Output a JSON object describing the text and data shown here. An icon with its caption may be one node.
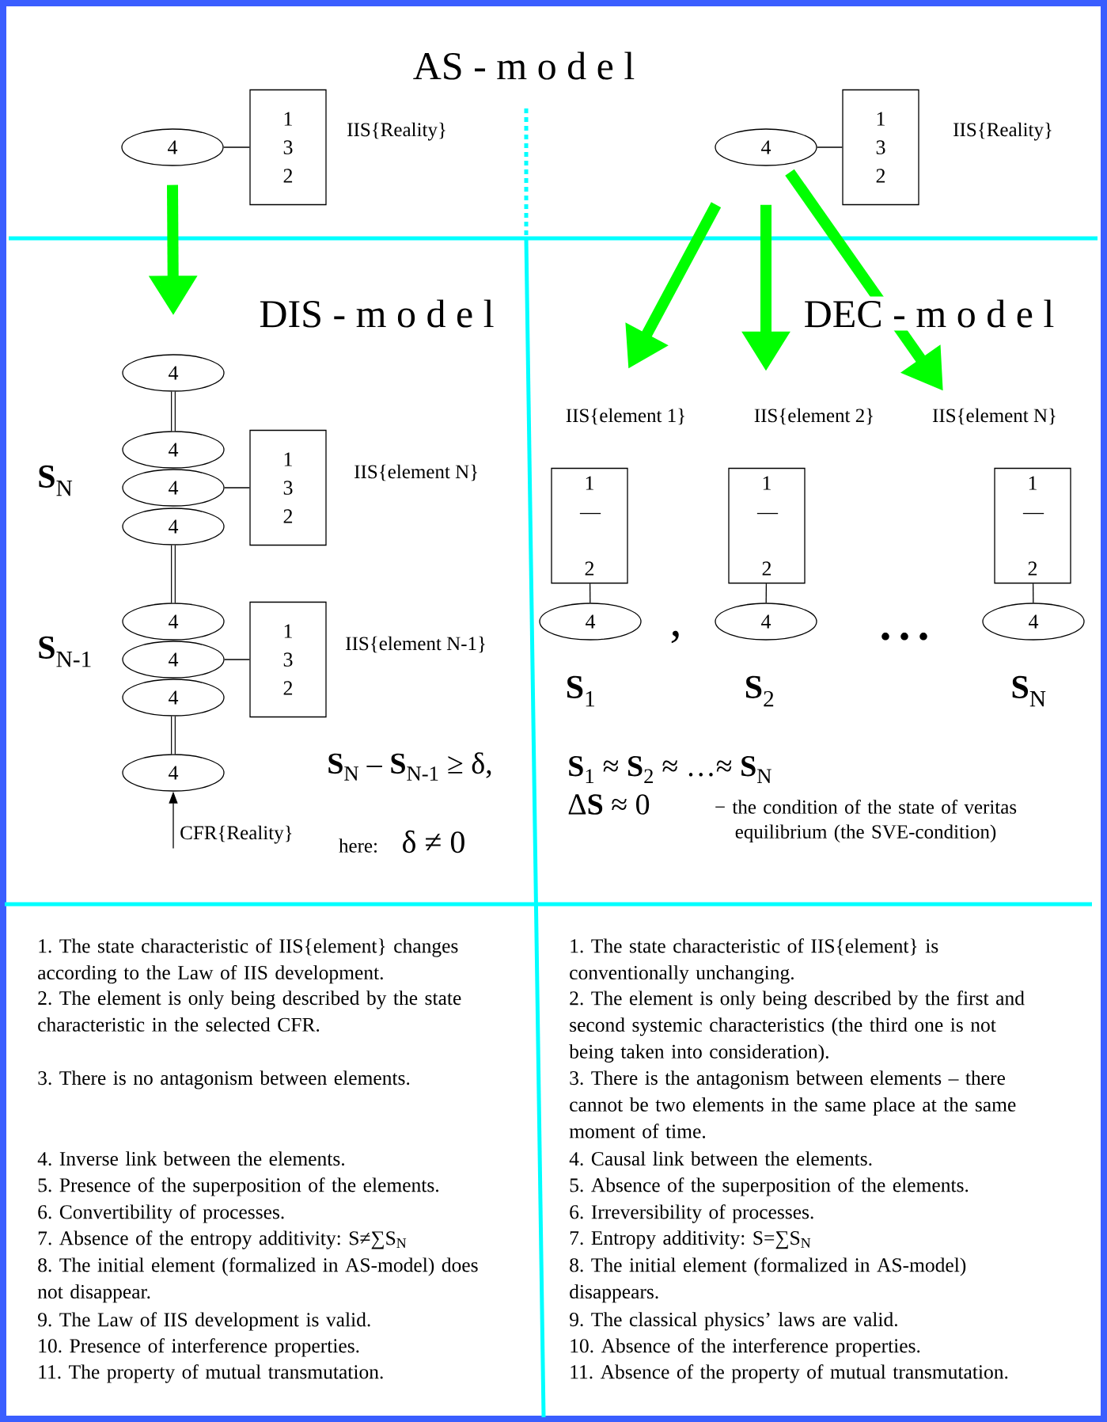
{
  "diagram": {
    "nodes": [
      {
        "text": [
          "4"
        ]
      },
      {
        "text": [
          "1 3 2"
        ],
        "beside": [
          "IIS{Reality}"
        ]
      },
      {
        "text": [
          "4"
        ]
      },
      {
        "text": [
          "1 3 2"
        ],
        "beside": [
          "IIS{Reality}"
        ]
      },
      {
        "text": [
          "4"
        ]
      },
      {
        "text": [
          "4"
        ]
      },
      {
        "text": [
          "4"
        ]
      },
      {
        "text": [
          "1 3 2"
        ],
        "beside": [
          "IIS{element N}"
        ]
      },
      {
        "text": [
          "4"
        ]
      },
      {
        "text": [
          "4"
        ]
      },
      {
        "text": [
          "4"
        ]
      },
      {
        "text": [
          "1 3 2"
        ],
        "beside": [
          "IIS{element N-1}"
        ]
      },
      {
        "text": [
          "4"
        ]
      },
      {
        "text": [
          "4"
        ]
      },
      {
        "text": [
          "1 — 2"
        ],
        "beside": [
          "IIS{element 1}"
        ]
      },
      {
        "text": [
          "1 — 2"
        ],
        "beside": [
          "IIS{element 2}"
        ]
      },
      {
        "text": [
          "1 — 2"
        ],
        "beside": [
          "IIS{element N}"
        ]
      },
      {
        "text": [
          "4"
        ]
      },
      {
        "text": [
          "4"
        ]
      },
      {
        "text": [
          "4"
        ]
      },
      {
        "text": [
          "CFR{Reality}"
        ]
      }
    ],
    "edges": [
      {
        "from": 0,
        "to": 1,
        "arrow": "none"
      },
      {
        "from": 2,
        "to": 3,
        "arrow": "none"
      },
      {
        "from": 0,
        "to": 4,
        "arrow": "to",
        "style": "thick",
        "color": "#00ff00"
      },
      {
        "from": 2,
        "to": 14,
        "arrow": "to",
        "style": "thick",
        "color": "#00ff00"
      },
      {
        "from": 2,
        "to": 15,
        "arrow": "to",
        "style": "thick",
        "color": "#00ff00"
      },
      {
        "from": 2,
        "to": 16,
        "arrow": "to",
        "style": "thick",
        "color": "#00ff00"
      },
      {
        "from": 4,
        "to": 5,
        "arrow": "none",
        "style": "thick"
      },
      {
        "from": 6,
        "to": 7,
        "arrow": "none"
      },
      {
        "from": 8,
        "to": 9,
        "arrow": "none",
        "style": "thick"
      },
      {
        "from": 10,
        "to": 11,
        "arrow": "none"
      },
      {
        "from": 12,
        "to": 13,
        "arrow": "none",
        "style": "thick"
      },
      {
        "from": 20,
        "to": 13,
        "arrow": "to"
      },
      {
        "from": 14,
        "to": 17,
        "arrow": "none"
      },
      {
        "from": 15,
        "to": 18,
        "arrow": "none"
      },
      {
        "from": 16,
        "to": 19,
        "arrow": "none"
      }
    ],
    "labels": [
      "AS - m o d e l",
      "DIS - m o d e l",
      "DEC - m o d e l",
      "**S**$_{N}$",
      "**S**$_{N-1}$",
      "**S**$_{N}$ – **S**$_{N-1}$ ≥ δ,",
      "here:",
      "δ ≠ 0",
      ",",
      "• • •",
      "**S**$_{1}$",
      "**S**$_{2}$",
      "**S**$_{N}$",
      "**S**$_{1}$ ≈ **S**$_{2}$ ≈ …≈ **S**$_{N}$",
      "Δ**S** ≈ 0",
      "− the condition of the state of veritas equilibrium (the SVE-condition)",
      "1. The state characteristic of IIS{element} changes according to the Law of IIS development.",
      "2. The element is only being described by the state characteristic in the selected CFR.",
      "3. There is no antagonism between elements.",
      "4. Inverse link between the elements.",
      "5. Presence of the superposition of the elements.",
      "6. Convertibility of processes.",
      "7. Absence of the entropy additivity: S≠∑S$_{N}$",
      "8. The initial element (formalized in AS-model) does not disappear.",
      "9. The Law of IIS development is valid.",
      "10. Presence of interference properties.",
      "11. The property of mutual transmutation.",
      "1. The state characteristic of IIS{element} is conventionally unchanging.",
      "2. The element is only being described by the first and second systemic characteristics (the third one is not being taken into consideration).",
      "3. There is the antagonism between elements – there cannot be two elements in the same place at the same moment of time.",
      "4. Causal link between the elements.",
      "5. Absence of the superposition of the elements.",
      "6. Irreversibility of processes.",
      "7. Entropy additivity: S=∑S$_{N}$",
      "8. The initial element (formalized in AS-model) disappears.",
      "9. The classical physics’ laws are valid.",
      "10. Absence of the interference properties.",
      "11. Absence of the property of mutual transmutation."
    ]
  }
}
